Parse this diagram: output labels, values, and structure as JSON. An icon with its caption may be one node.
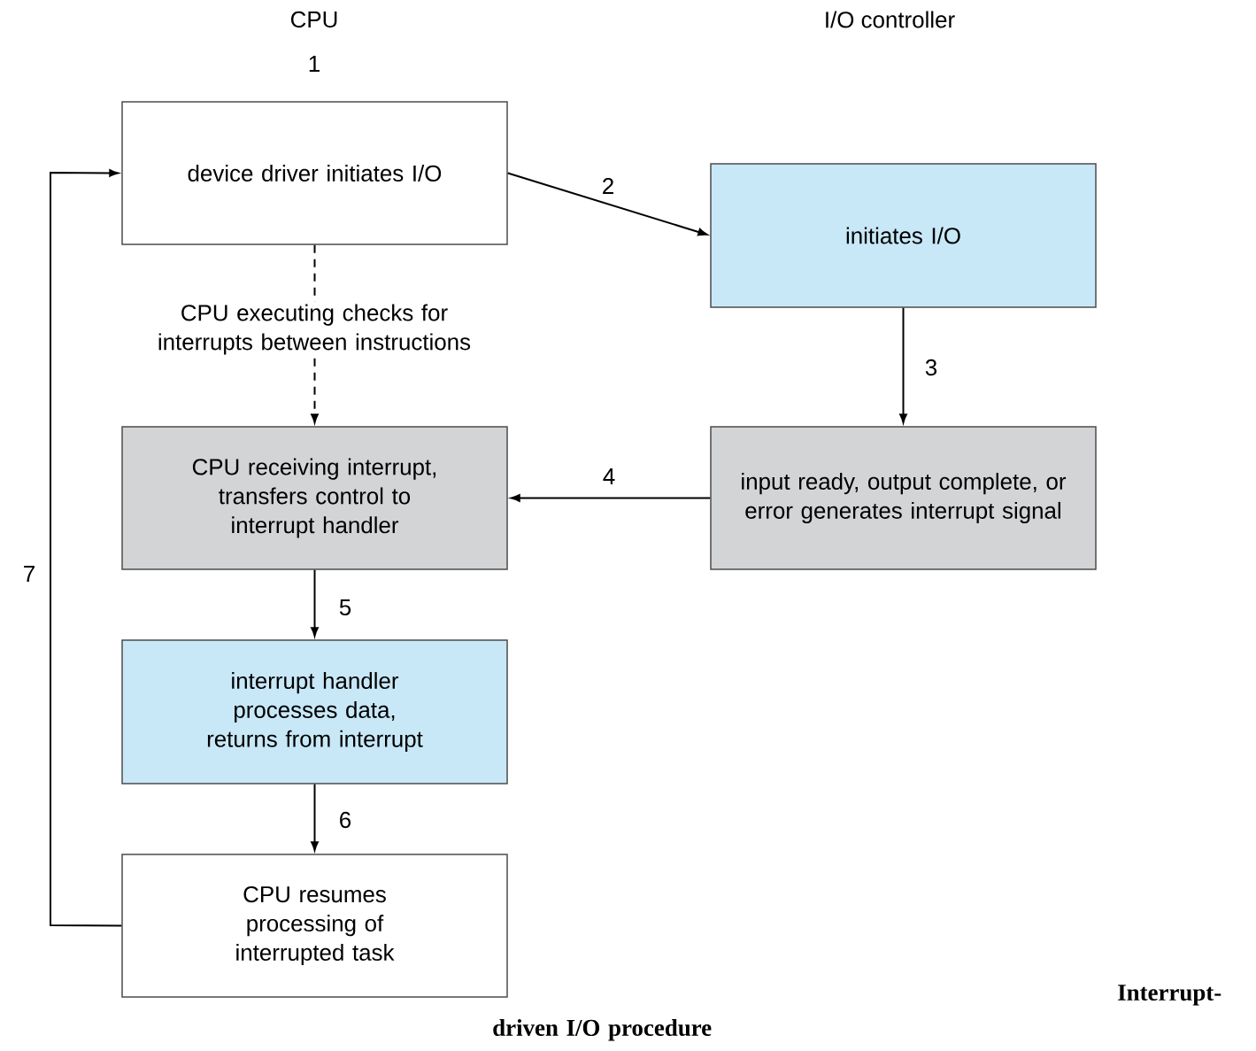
{
  "diagram": {
    "caption": "Interrupt-driven I/O procedure",
    "nodes": [
      {
        "text": [
          "device driver initiates I/O"
        ],
        "beside": [
          "1"
        ]
      },
      {
        "text": [
          "initiates I/O"
        ]
      },
      {
        "text": [
          "CPU receiving interrupt, transfers control to interrupt handler"
        ]
      },
      {
        "text": [
          "input ready, output complete, or error generates interrupt signal"
        ]
      },
      {
        "text": [
          "interrupt handler processes data, returns from interrupt"
        ]
      },
      {
        "text": [
          "CPU resumes processing of interrupted task"
        ]
      }
    ],
    "edges": [
      {
        "from": 0,
        "to": 1,
        "arrow": "to",
        "label": "2"
      },
      {
        "from": 1,
        "to": 3,
        "arrow": "to",
        "label": "3"
      },
      {
        "from": 3,
        "to": 2,
        "arrow": "to",
        "label": "4"
      },
      {
        "from": 2,
        "to": 4,
        "arrow": "to",
        "label": "5"
      },
      {
        "from": 4,
        "to": 5,
        "arrow": "to",
        "label": "6"
      },
      {
        "from": 5,
        "to": 0,
        "arrow": "to",
        "label": "7"
      },
      {
        "from": 0,
        "to": 2,
        "arrow": "to",
        "label": "CPU executing checks for interrupts between instructions",
        "style": "dashed"
      }
    ],
    "labels": [
      "CPU",
      "I/O controller"
    ]
  }
}
